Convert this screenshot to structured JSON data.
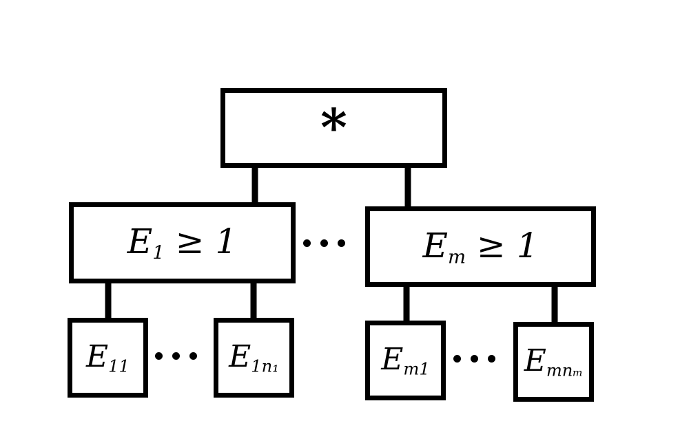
{
  "root": {
    "label": "*"
  },
  "groups": [
    {
      "label_main": "E",
      "label_sub": "1",
      "label_rel": " ≥ 1",
      "leaves": [
        {
          "main": "E",
          "sub": "11"
        },
        {
          "main": "E",
          "sub": "1n₁"
        }
      ]
    },
    {
      "label_main": "E",
      "label_sub": "m",
      "label_rel": " ≥ 1",
      "leaves": [
        {
          "main": "E",
          "sub": "m1"
        },
        {
          "main": "E",
          "sub": "mnₘ"
        }
      ]
    }
  ],
  "ellipsis_count": 3
}
